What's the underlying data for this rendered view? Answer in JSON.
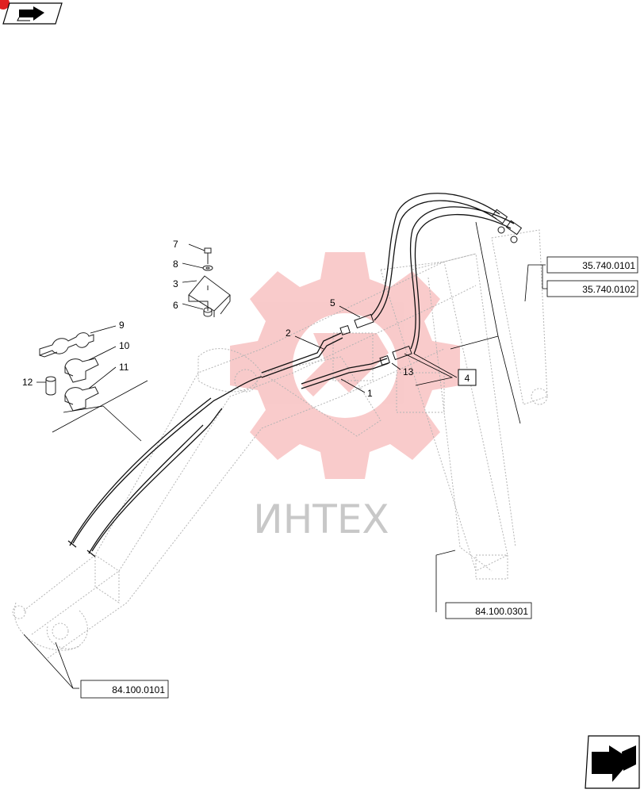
{
  "watermark": {
    "text": "ИНТЕХ",
    "color": "#f08080"
  },
  "callouts": {
    "c1": "1",
    "c2": "2",
    "c3": "3",
    "c4": "4",
    "c5": "5",
    "c6": "6",
    "c7": "7",
    "c8": "8",
    "c9": "9",
    "c10": "10",
    "c11": "11",
    "c12": "12",
    "c13": "13"
  },
  "references": {
    "r1": "35.740.0101",
    "r2": "35.740.0102",
    "r3": "84.100.0301",
    "r4": "84.100.0101"
  },
  "icons": {
    "top_left": "previous-page-arrow-icon",
    "bottom_right": "next-page-arrow-icon"
  }
}
